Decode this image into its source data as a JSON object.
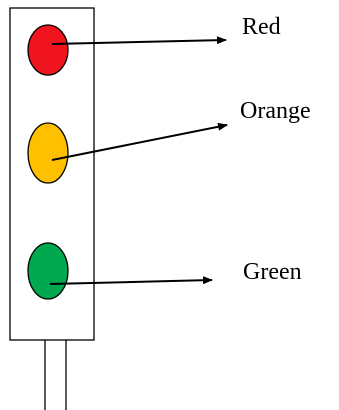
{
  "labels": {
    "red": "Red",
    "orange": "Orange",
    "green": "Green"
  },
  "colors": {
    "red": "#f0141e",
    "orange": "#ffc000",
    "green": "#00a84f",
    "outline": "#000000"
  }
}
